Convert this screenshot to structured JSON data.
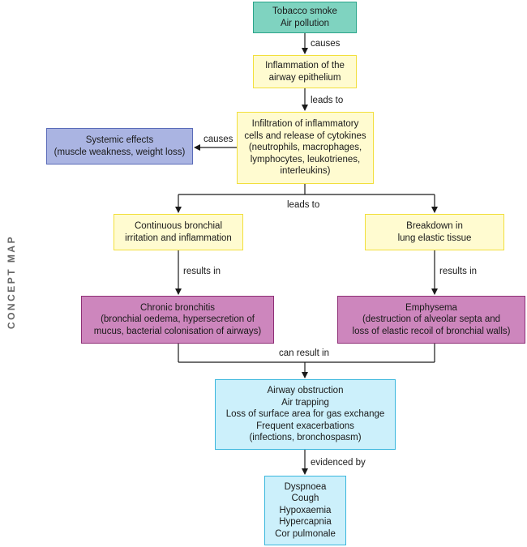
{
  "side_label": "CONCEPT MAP",
  "nodes": {
    "smoke": [
      "Tobacco smoke",
      "Air pollution"
    ],
    "inflammation": [
      "Inflammation of the",
      "airway epithelium"
    ],
    "infiltration": [
      "Infiltration of inflammatory",
      "cells and release of cytokines",
      "(neutrophils, macrophages,",
      "lymphocytes, leukotrienes,",
      "interleukins)"
    ],
    "systemic": [
      "Systemic effects",
      "(muscle weakness, weight loss)"
    ],
    "irritation": [
      "Continuous bronchial",
      "irritation and inflammation"
    ],
    "breakdown": [
      "Breakdown in",
      "lung elastic tissue"
    ],
    "bronchitis": [
      "Chronic bronchitis",
      "(bronchial oedema, hypersecretion of",
      "mucus, bacterial colonisation of airways)"
    ],
    "emphysema": [
      "Emphysema",
      "(destruction of alveolar septa and",
      "loss of elastic recoil of bronchial walls)"
    ],
    "obstruction": [
      "Airway obstruction",
      "Air trapping",
      "Loss of surface area for gas exchange",
      "Frequent exacerbations",
      "(infections, bronchospasm)"
    ],
    "symptoms": [
      "Dyspnoea",
      "Cough",
      "Hypoxaemia",
      "Hypercapnia",
      "Cor pulmonale"
    ]
  },
  "edge_labels": {
    "causes_1": "causes",
    "leads_to_1": "leads to",
    "causes_2": "causes",
    "leads_to_2": "leads to",
    "results_in_left": "results in",
    "results_in_right": "results in",
    "can_result_in": "can result in",
    "evidenced_by": "evidenced by"
  }
}
